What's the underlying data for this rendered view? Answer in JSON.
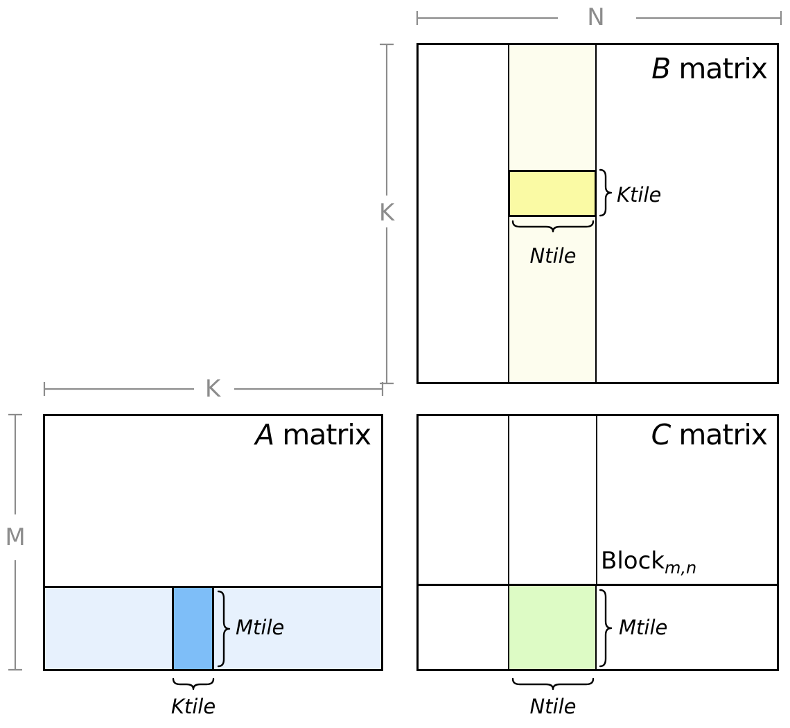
{
  "matrices": {
    "a": {
      "letter": "A",
      "rest": " matrix"
    },
    "b": {
      "letter": "B",
      "rest": " matrix"
    },
    "c": {
      "letter": "C",
      "rest": " matrix"
    }
  },
  "dimension_labels": {
    "n_top": "N",
    "k_left_of_b": "K",
    "k_above_a": "K",
    "m_left_of_a": "M"
  },
  "tile_labels": {
    "b_ktile": "Ktile",
    "b_ntile": "Ntile",
    "a_mtile": "Mtile",
    "a_ktile": "Ktile",
    "c_mtile": "Mtile",
    "c_ntile": "Ntile"
  },
  "block_label": {
    "base": "Block",
    "subscript": "m,n"
  },
  "colors": {
    "b_column_strip": "#FDFDEE",
    "b_ktile_block": "#FAFAA4",
    "a_row_strip": "#E7F1FD",
    "a_ktile_block": "#7EBEF8",
    "c_block": "#DDFBC5",
    "dimension_gray": "#8C8C8C",
    "outline_black": "#000000"
  }
}
